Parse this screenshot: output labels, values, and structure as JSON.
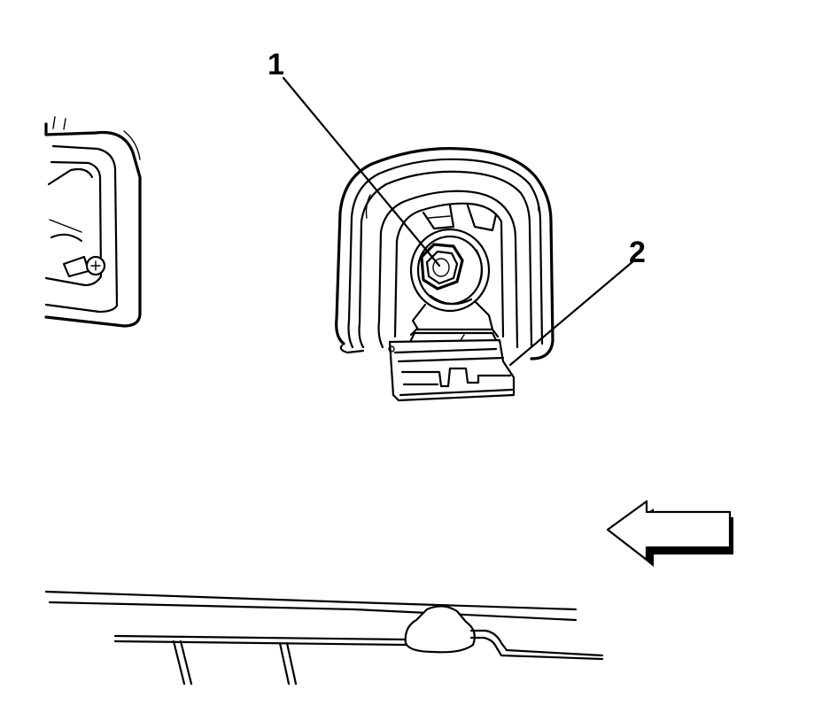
{
  "callouts": {
    "one": "1",
    "two": "2"
  },
  "colors": {
    "line": "#000000",
    "background": "#ffffff"
  },
  "direction_arrow": "left"
}
